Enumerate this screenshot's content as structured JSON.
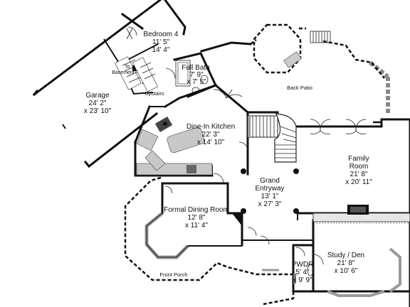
{
  "rooms": {
    "bedroom4": {
      "name": "Bedroom 4",
      "dim1": "11' 5\"",
      "dim2": "14' 4\""
    },
    "full_bath": {
      "name": "Full Bath",
      "dim1": "7' 9\"",
      "dim2": "x 7' 5\""
    },
    "to_basement": {
      "line1": "To",
      "line2": "Basement"
    },
    "upstairs": {
      "name": "Upstairs"
    },
    "garage": {
      "name": "Garage",
      "dim1": "24' 2\"",
      "dim2": "x 23' 10\""
    },
    "kitchen": {
      "name": "Dine-In Kitchen",
      "dim1": "22' 3\"",
      "dim2": "x 14' 10\""
    },
    "back_patio": {
      "name": "Back Patio"
    },
    "family_room": {
      "line1": "Family",
      "line2": "Room",
      "dim1": "21' 8\"",
      "dim2": "x 20' 11\""
    },
    "grand_entryway": {
      "line1": "Grand",
      "line2": "Entryway",
      "dim1": "13' 1\"",
      "dim2": "x 27' 3\""
    },
    "formal_dining": {
      "name": "Formal Dining Room",
      "dim1": "12' 8\"",
      "dim2": "x 11' 4\""
    },
    "study": {
      "name": "Study / Den",
      "dim1": "21' 8\"",
      "dim2": "x 10' 6\""
    },
    "powder": {
      "name": "PWDR",
      "dim1": "5' 4\"",
      "dim2": "x 9' 9\""
    },
    "front_porch": {
      "name": "Front Porch"
    }
  }
}
